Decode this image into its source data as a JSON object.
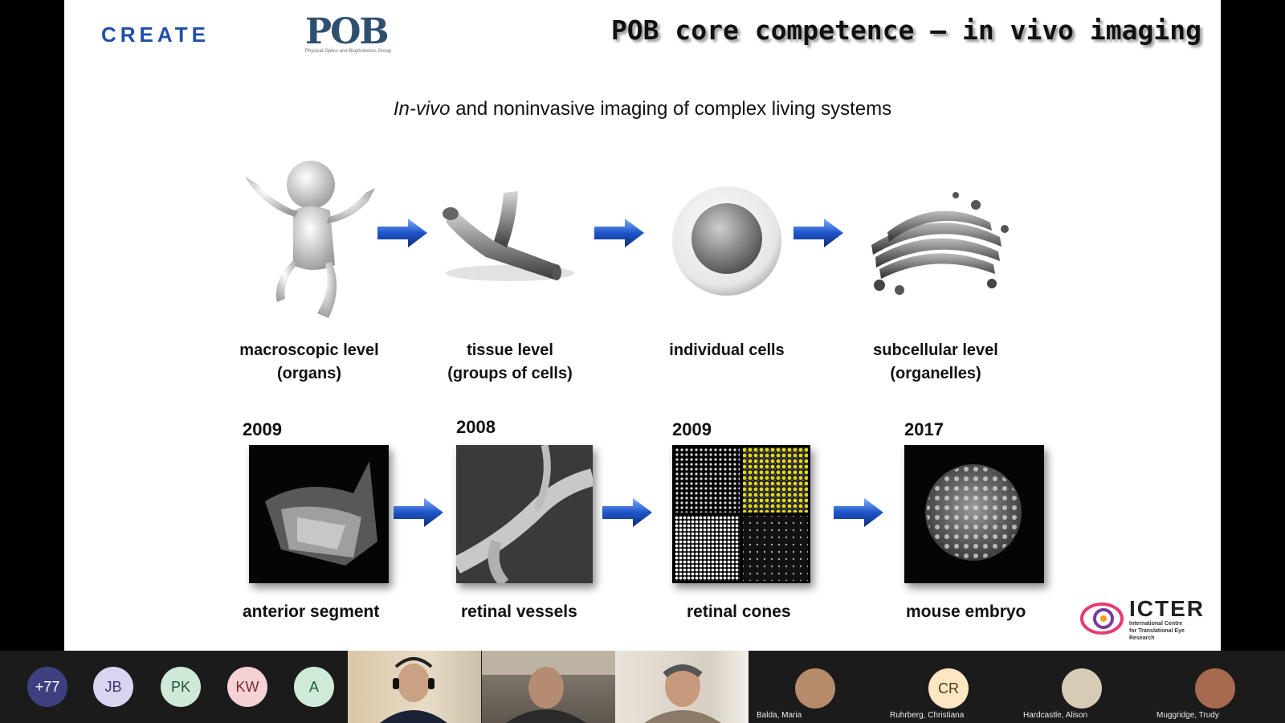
{
  "slide": {
    "logo_left": "CREATE",
    "logo_right": "POB",
    "logo_right_sub": "Physical Optics and Biophotonics Group",
    "title": "POB core competence – in vivo imaging",
    "subtitle_italic": "In-vivo",
    "subtitle_rest": " and noninvasive imaging of complex living systems",
    "levels": [
      {
        "label": "macroscopic level\n(organs)",
        "icon": "jumping-figure-icon"
      },
      {
        "label": "tissue level\n(groups of cells)",
        "icon": "vessel-tissue-icon"
      },
      {
        "label": "individual cells",
        "icon": "cell-icon"
      },
      {
        "label": "subcellular level\n(organelles)",
        "icon": "organelle-icon"
      }
    ],
    "experiments": [
      {
        "year": "2009",
        "caption": "anterior segment"
      },
      {
        "year": "2008",
        "caption": "retinal vessels"
      },
      {
        "year": "2009",
        "caption": "retinal cones"
      },
      {
        "year": "2017",
        "caption": "mouse embryo"
      }
    ],
    "icter_name": "ICTER",
    "icter_sub_1": "International Centre",
    "icter_sub_2": "for Translational Eye Research"
  },
  "participants": {
    "overflow": "+77",
    "avatars": [
      {
        "initials": "JB",
        "color": "#d9d4f0",
        "text": "#3b3470"
      },
      {
        "initials": "PK",
        "color": "#cfe8d8",
        "text": "#21533a"
      },
      {
        "initials": "KW",
        "color": "#f5d2d6",
        "text": "#7a2a36"
      },
      {
        "initials": "A",
        "color": "#cfead6",
        "text": "#1e5b33"
      }
    ],
    "overflow_color": "#3f3f80",
    "tiles": [
      {
        "name": "",
        "type": "video"
      },
      {
        "name": "",
        "type": "video"
      },
      {
        "name": "",
        "type": "video"
      },
      {
        "name": "Balda, Maria",
        "type": "photo"
      },
      {
        "name": "Ruhrberg, Christiana",
        "type": "initials",
        "initials": "CR"
      },
      {
        "name": "Hardcastle, Alison",
        "type": "photo"
      },
      {
        "name": "Muggridge, Trudy",
        "type": "photo"
      }
    ]
  }
}
